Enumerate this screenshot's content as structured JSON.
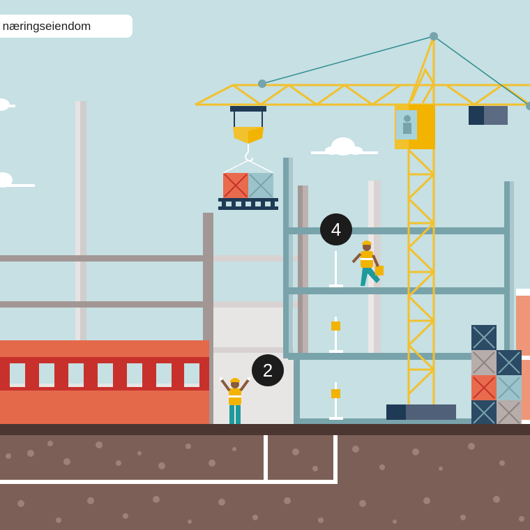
{
  "header": {
    "title": "og næringseiendom"
  },
  "markers": [
    {
      "label": "4"
    },
    {
      "label": "2"
    }
  ],
  "colors": {
    "sky": "#c6e0e3",
    "ground": "#7c6058",
    "ground_top": "#4b3631",
    "crane_yellow": "#f2c12e",
    "steel_teal": "#79a3ab",
    "brick_orange": "#e4694a",
    "window_red": "#c8312b",
    "crate_navy": "#2b4a66",
    "crate_orange": "#e86b4d",
    "crate_lightblue": "#9bc3cb",
    "crate_grey": "#b7adaa",
    "vest_yellow": "#f2b400",
    "marker_dark": "#1c1c1c"
  }
}
